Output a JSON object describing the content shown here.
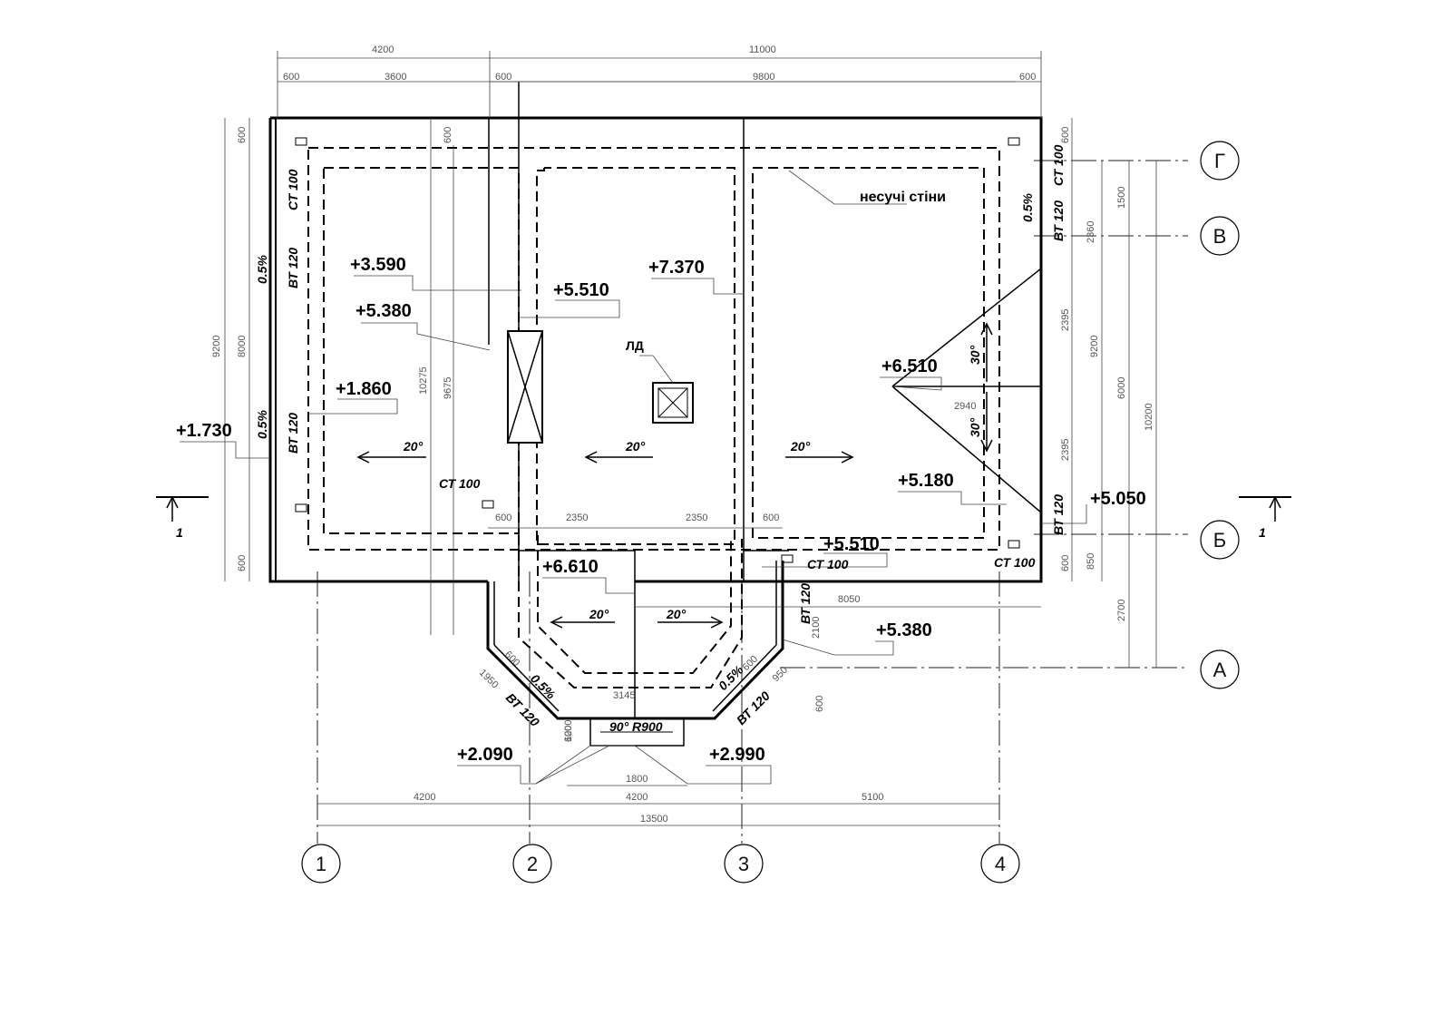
{
  "dimensions": {
    "top": [
      "4200",
      "11000",
      "600",
      "3600",
      "600",
      "9800",
      "600"
    ],
    "left": [
      "600",
      "9200",
      "8000",
      "600",
      "10275",
      "600",
      "9675"
    ],
    "right": [
      "600",
      "1500",
      "2360",
      "2395",
      "9200",
      "6000",
      "10200",
      "2940",
      "2395",
      "600",
      "850",
      "2700"
    ],
    "bay": [
      "600",
      "2350",
      "2350",
      "600",
      "8050",
      "2100",
      "600",
      "1950",
      "600",
      "3145",
      "600",
      "950",
      "600",
      "1200",
      "1800"
    ],
    "bottom": [
      "4200",
      "4200",
      "5100",
      "13500"
    ]
  },
  "levels": [
    "+3.590",
    "+5.380",
    "+5.510",
    "+7.370",
    "+1.860",
    "+1.730",
    "+6.510",
    "+5.180",
    "+5.050",
    "+5.510",
    "+6.610",
    "+5.380",
    "+2.090",
    "+2.990"
  ],
  "marks": {
    "ct100": "СТ 100",
    "bt120": "ВТ 120",
    "slope_low": "0.5%",
    "pitch20": "20°",
    "pitch30": "30°",
    "bay_window": "90° R900"
  },
  "labels": {
    "load_walls": "несучі стіни",
    "hatch": "ЛД",
    "section": "1"
  },
  "axes": {
    "letters": [
      "Г",
      "В",
      "Б",
      "А"
    ],
    "numbers": [
      "1",
      "2",
      "3",
      "4"
    ]
  }
}
